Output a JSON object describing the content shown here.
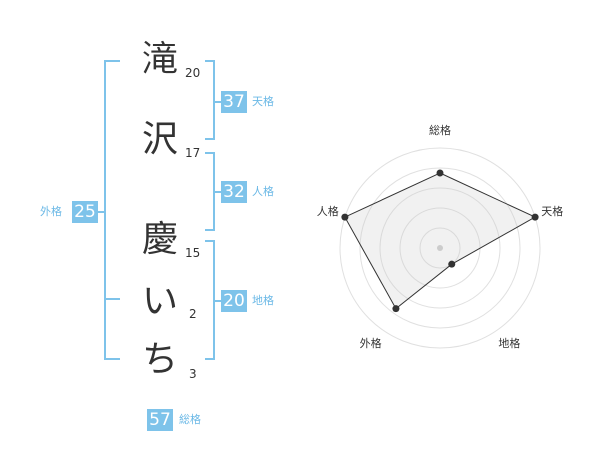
{
  "name": {
    "chars": [
      {
        "char": "滝",
        "strokes": "20"
      },
      {
        "char": "沢",
        "strokes": "17"
      },
      {
        "char": "慶",
        "strokes": "15"
      },
      {
        "char": "い",
        "strokes": "2"
      },
      {
        "char": "ち",
        "strokes": "3"
      }
    ]
  },
  "kaku": {
    "tenkaku": {
      "value": "37",
      "label": "天格"
    },
    "jinkaku": {
      "value": "32",
      "label": "人格"
    },
    "chikaku": {
      "value": "20",
      "label": "地格"
    },
    "gaikaku": {
      "value": "25",
      "label": "外格"
    },
    "soukaku": {
      "value": "57",
      "label": "総格"
    }
  },
  "colors": {
    "accent": "#7ec3ea",
    "label": "#6ab8e6",
    "text": "#333333"
  },
  "chart_data": {
    "type": "radar",
    "axes": [
      "総格",
      "天格",
      "地格",
      "外格",
      "人格"
    ],
    "values": [
      0.75,
      1.0,
      0.2,
      0.75,
      1.0
    ],
    "range": [
      0,
      1
    ],
    "rings": 5
  }
}
